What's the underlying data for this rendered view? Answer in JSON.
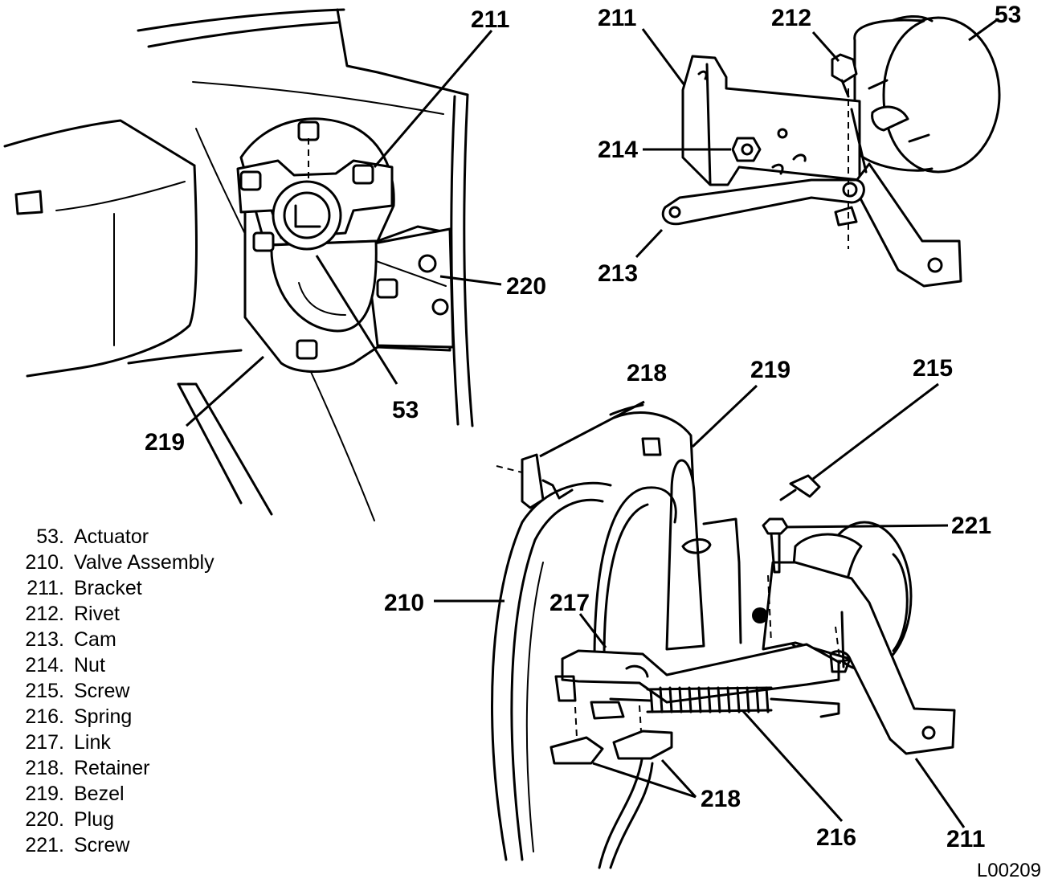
{
  "callouts": {
    "c211a": "211",
    "c220": "220",
    "c53a": "53",
    "c219a": "219",
    "c211b": "211",
    "c212": "212",
    "c53b": "53",
    "c214": "214",
    "c213": "213",
    "c218a": "218",
    "c219b": "219",
    "c215": "215",
    "c221": "221",
    "c210": "210",
    "c217": "217",
    "c218b": "218",
    "c216": "216",
    "c211c": "211"
  },
  "legend": [
    {
      "num": "53.",
      "label": "Actuator"
    },
    {
      "num": "210.",
      "label": "Valve Assembly"
    },
    {
      "num": "211.",
      "label": "Bracket"
    },
    {
      "num": "212.",
      "label": "Rivet"
    },
    {
      "num": "213.",
      "label": "Cam"
    },
    {
      "num": "214.",
      "label": "Nut"
    },
    {
      "num": "215.",
      "label": "Screw"
    },
    {
      "num": "216.",
      "label": "Spring"
    },
    {
      "num": "217.",
      "label": "Link"
    },
    {
      "num": "218.",
      "label": "Retainer"
    },
    {
      "num": "219.",
      "label": "Bezel"
    },
    {
      "num": "220.",
      "label": "Plug"
    },
    {
      "num": "221.",
      "label": "Screw"
    }
  ],
  "figure_id": "L00209"
}
